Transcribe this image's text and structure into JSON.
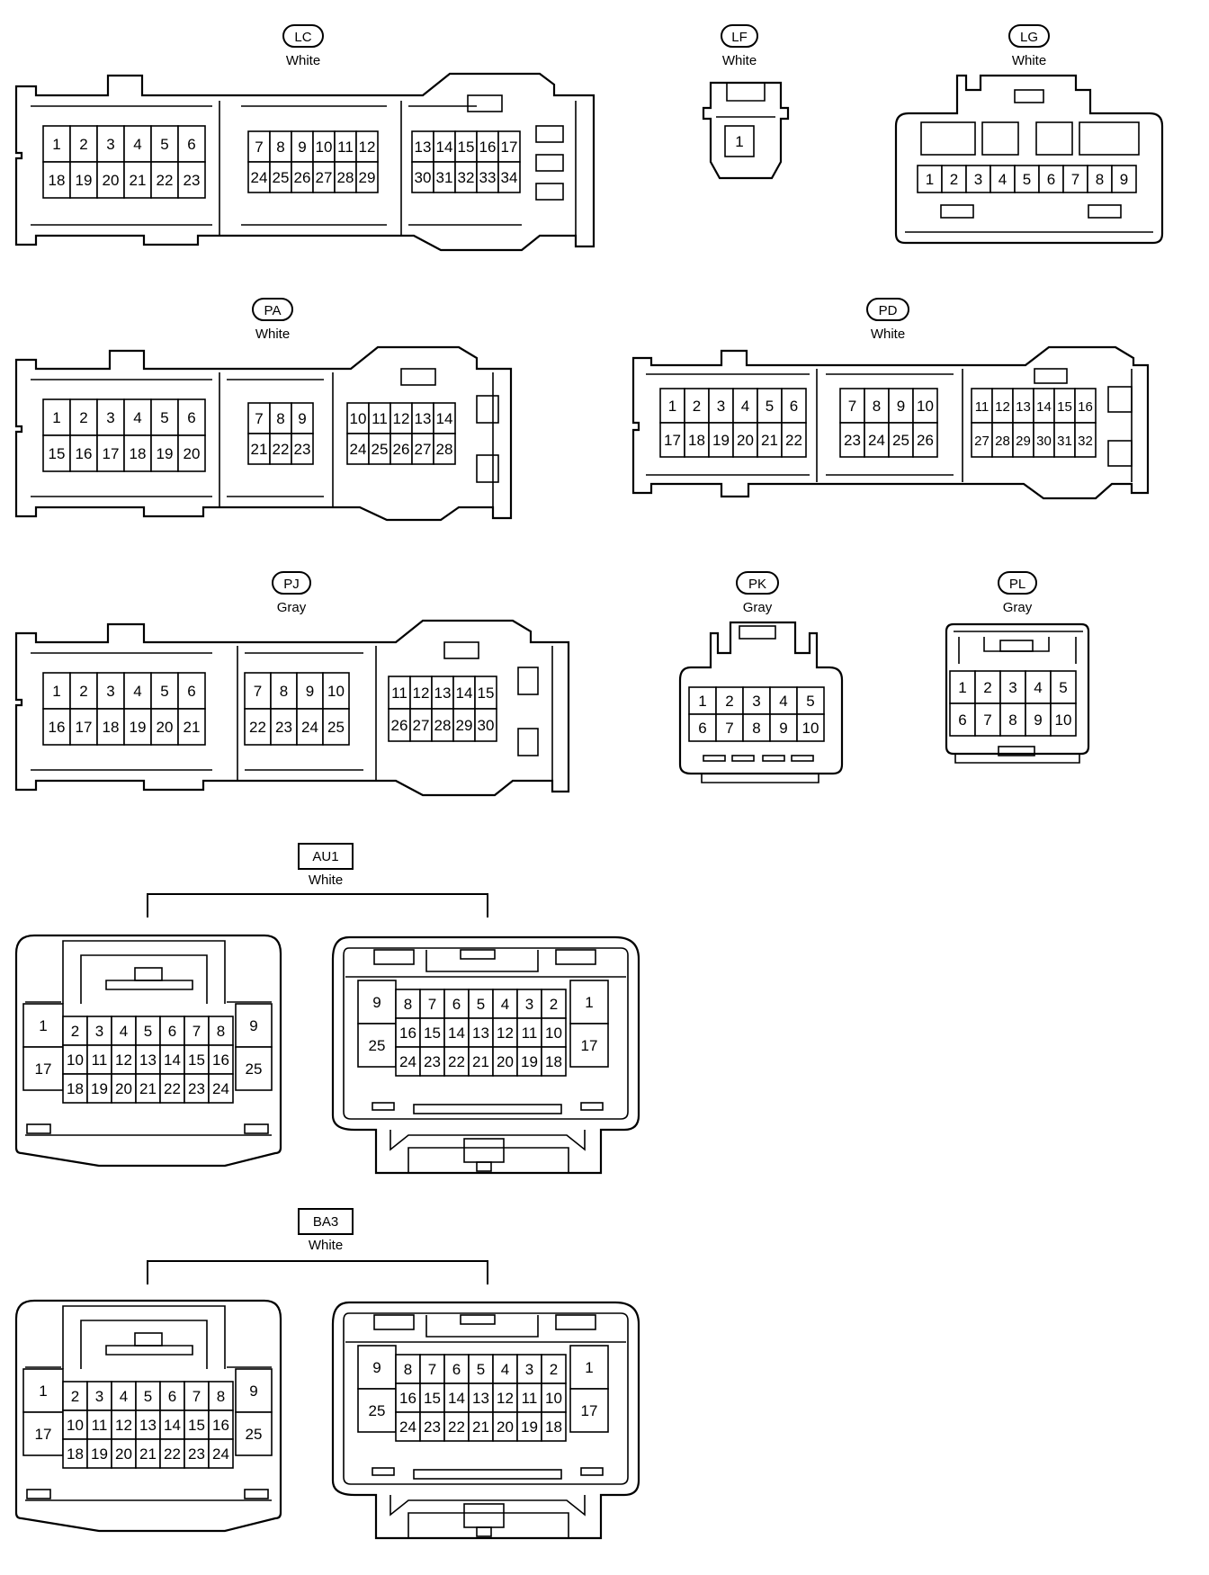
{
  "connectors": [
    {
      "id": "LC",
      "label_shape": "pill",
      "color": "White"
    },
    {
      "id": "LF",
      "label_shape": "pill",
      "color": "White"
    },
    {
      "id": "LG",
      "label_shape": "pill",
      "color": "White"
    },
    {
      "id": "PA",
      "label_shape": "pill",
      "color": "White"
    },
    {
      "id": "PD",
      "label_shape": "pill",
      "color": "White"
    },
    {
      "id": "PJ",
      "label_shape": "pill",
      "color": "Gray"
    },
    {
      "id": "PK",
      "label_shape": "pill",
      "color": "Gray"
    },
    {
      "id": "PL",
      "label_shape": "pill",
      "color": "Gray"
    },
    {
      "id": "AU1",
      "label_shape": "box",
      "color": "White"
    },
    {
      "id": "BA3",
      "label_shape": "box",
      "color": "White"
    }
  ],
  "pins": {
    "LC": [
      [
        "1",
        "2",
        "3",
        "4",
        "5",
        "6"
      ],
      [
        "18",
        "19",
        "20",
        "21",
        "22",
        "23"
      ],
      [
        "7",
        "8",
        "9",
        "10",
        "11",
        "12"
      ],
      [
        "24",
        "25",
        "26",
        "27",
        "28",
        "29"
      ],
      [
        "13",
        "14",
        "15",
        "16",
        "17"
      ],
      [
        "30",
        "31",
        "32",
        "33",
        "34"
      ]
    ],
    "LF": [
      [
        "1"
      ]
    ],
    "LG": [
      [
        "1",
        "2",
        "3",
        "4",
        "5",
        "6",
        "7",
        "8",
        "9"
      ]
    ],
    "PA": [
      [
        "1",
        "2",
        "3",
        "4",
        "5",
        "6"
      ],
      [
        "15",
        "16",
        "17",
        "18",
        "19",
        "20"
      ],
      [
        "7",
        "8",
        "9"
      ],
      [
        "21",
        "22",
        "23"
      ],
      [
        "10",
        "11",
        "12",
        "13",
        "14"
      ],
      [
        "24",
        "25",
        "26",
        "27",
        "28"
      ]
    ],
    "PD": [
      [
        "1",
        "2",
        "3",
        "4",
        "5",
        "6"
      ],
      [
        "17",
        "18",
        "19",
        "20",
        "21",
        "22"
      ],
      [
        "7",
        "8",
        "9",
        "10"
      ],
      [
        "23",
        "24",
        "25",
        "26"
      ],
      [
        "11",
        "12",
        "13",
        "14",
        "15",
        "16"
      ],
      [
        "27",
        "28",
        "29",
        "30",
        "31",
        "32"
      ]
    ],
    "PJ": [
      [
        "1",
        "2",
        "3",
        "4",
        "5",
        "6"
      ],
      [
        "16",
        "17",
        "18",
        "19",
        "20",
        "21"
      ],
      [
        "7",
        "8",
        "9",
        "10"
      ],
      [
        "22",
        "23",
        "24",
        "25"
      ],
      [
        "11",
        "12",
        "13",
        "14",
        "15"
      ],
      [
        "26",
        "27",
        "28",
        "29",
        "30"
      ]
    ],
    "PK": [
      [
        "1",
        "2",
        "3",
        "4",
        "5"
      ],
      [
        "6",
        "7",
        "8",
        "9",
        "10"
      ]
    ],
    "PL": [
      [
        "1",
        "2",
        "3",
        "4",
        "5"
      ],
      [
        "6",
        "7",
        "8",
        "9",
        "10"
      ]
    ],
    "AU1_left": [
      [
        "1"
      ],
      [
        "17"
      ],
      [
        "2",
        "3",
        "4",
        "5",
        "6",
        "7",
        "8"
      ],
      [
        "10",
        "11",
        "12",
        "13",
        "14",
        "15",
        "16"
      ],
      [
        "18",
        "19",
        "20",
        "21",
        "22",
        "23",
        "24"
      ],
      [
        "9"
      ],
      [
        "25"
      ]
    ],
    "AU1_right": [
      [
        "9"
      ],
      [
        "25"
      ],
      [
        "8",
        "7",
        "6",
        "5",
        "4",
        "3",
        "2"
      ],
      [
        "16",
        "15",
        "14",
        "13",
        "12",
        "11",
        "10"
      ],
      [
        "24",
        "23",
        "22",
        "21",
        "20",
        "19",
        "18"
      ],
      [
        "1"
      ],
      [
        "17"
      ]
    ],
    "BA3_left": [
      [
        "1"
      ],
      [
        "17"
      ],
      [
        "2",
        "3",
        "4",
        "5",
        "6",
        "7",
        "8"
      ],
      [
        "10",
        "11",
        "12",
        "13",
        "14",
        "15",
        "16"
      ],
      [
        "18",
        "19",
        "20",
        "21",
        "22",
        "23",
        "24"
      ],
      [
        "9"
      ],
      [
        "25"
      ]
    ],
    "BA3_right": [
      [
        "9"
      ],
      [
        "25"
      ],
      [
        "8",
        "7",
        "6",
        "5",
        "4",
        "3",
        "2"
      ],
      [
        "16",
        "15",
        "14",
        "13",
        "12",
        "11",
        "10"
      ],
      [
        "24",
        "23",
        "22",
        "21",
        "20",
        "19",
        "18"
      ],
      [
        "1"
      ],
      [
        "17"
      ]
    ]
  }
}
